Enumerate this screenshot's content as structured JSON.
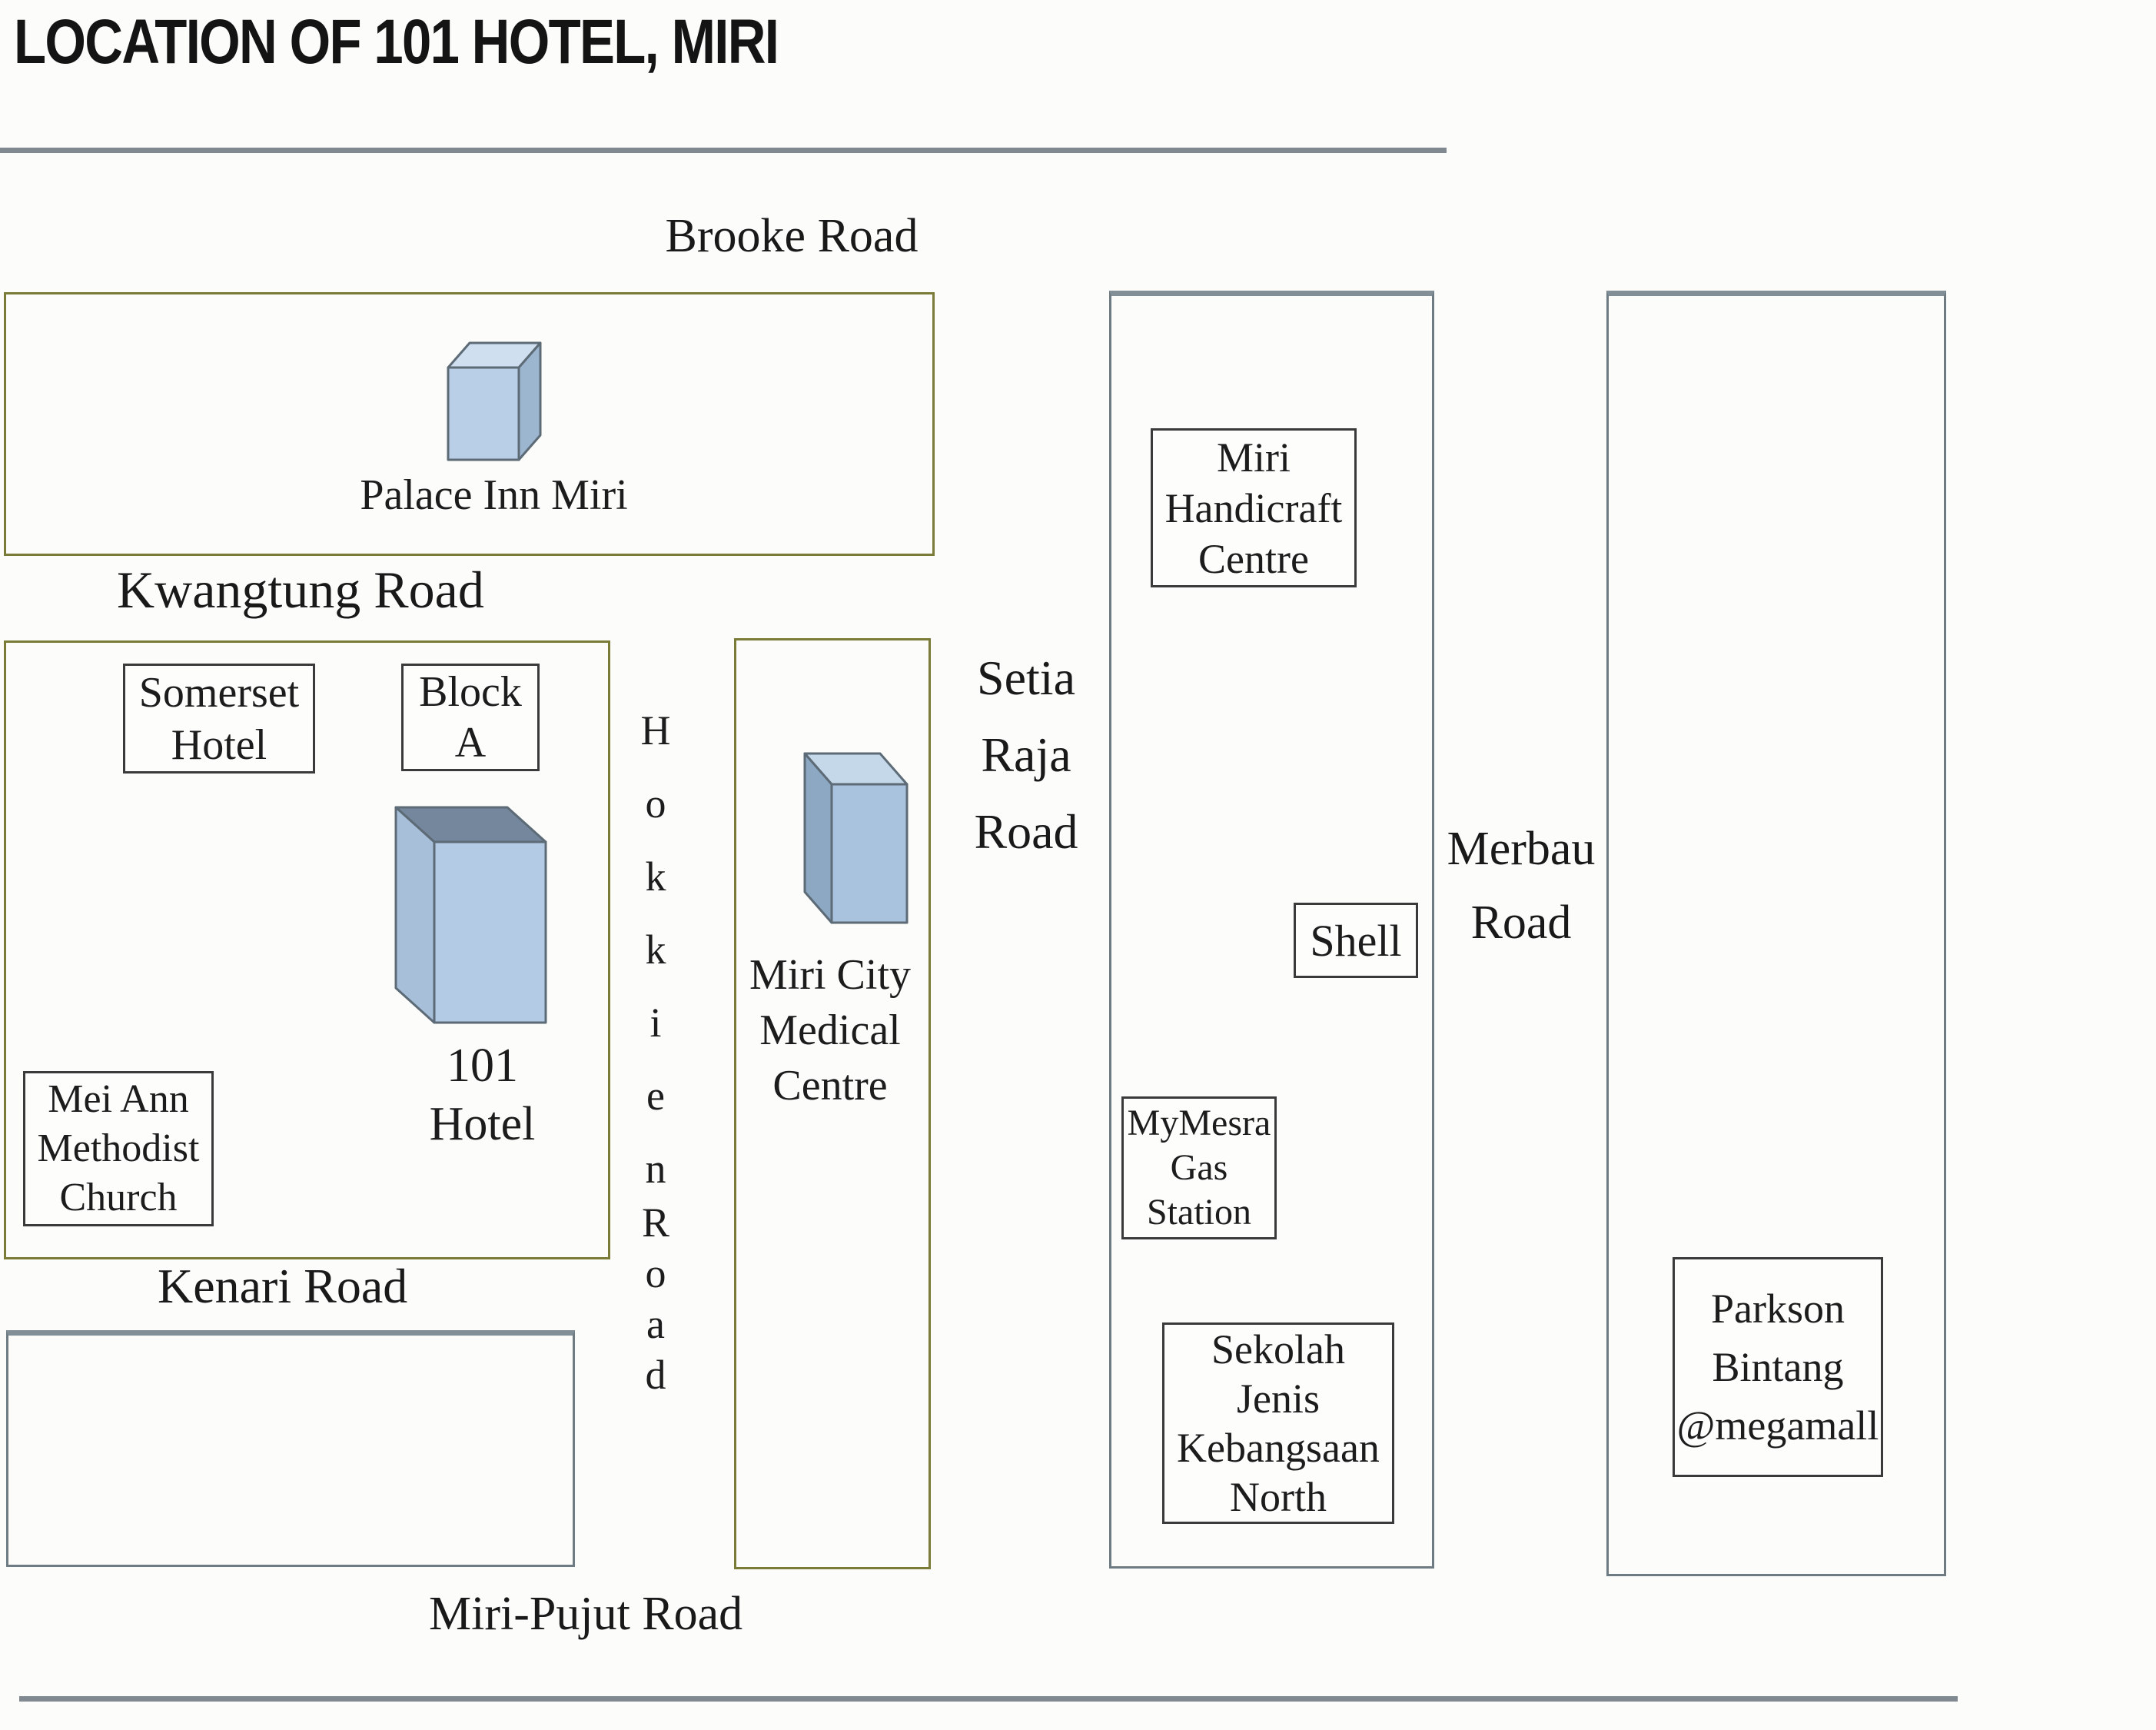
{
  "title": "LOCATION OF 101 HOTEL, MIRI",
  "roads": {
    "brooke": "Brooke Road",
    "kwangtung": "Kwangtung Road",
    "kenari": "Kenari Road",
    "miri_pujut": "Miri-Pujut Road",
    "hokkien_word": "Hokkien",
    "hokkien_word2": "Road",
    "setia_raja_lines": [
      "Setia",
      "Raja",
      "Road"
    ],
    "merbau_lines": [
      "Merbau",
      "Road"
    ]
  },
  "places": {
    "palace_inn": {
      "label": "Palace Inn Miri"
    },
    "somerset": {
      "lines": [
        "Somerset",
        "Hotel"
      ]
    },
    "block_a": {
      "lines": [
        "Block",
        "A"
      ]
    },
    "hotel_101": {
      "lines": [
        "101",
        "Hotel"
      ]
    },
    "mei_ann": {
      "lines": [
        "Mei Ann",
        "Methodist",
        "Church"
      ]
    },
    "medical": {
      "lines": [
        "Miri City",
        "Medical",
        "Centre"
      ]
    },
    "handicraft": {
      "lines": [
        "Miri",
        "Handicraft",
        "Centre"
      ]
    },
    "shell": {
      "label": "Shell"
    },
    "mymesra": {
      "lines": [
        "MyMesra",
        "Gas",
        "Station"
      ]
    },
    "sekolah": {
      "lines": [
        "Sekolah",
        "Jenis",
        "Kebangsaan",
        "North"
      ]
    },
    "parkson": {
      "lines": [
        "Parkson",
        "Bintang",
        "@megamall"
      ]
    }
  },
  "colors": {
    "background": "#fcfcfa",
    "text": "#1c1c1c",
    "road_line": "#7f898f",
    "olive_block_border": "#7b7b38",
    "gray_block_border": "#6e7b83",
    "gray_block_border_top": "#828f96",
    "label_box_border": "#3a3a3a",
    "cube_stroke": "#5d6b77",
    "palace_cube": {
      "top": "#cfdfef",
      "side": "#9db6d0",
      "front": "#b9cfe7"
    },
    "hotel_cube": {
      "top": "#75879d",
      "side": "#a7bfd9",
      "front": "#b4cbe5"
    },
    "medical_cube": {
      "top": "#c4d8ea",
      "side": "#8da8c3",
      "front": "#a9c2dd"
    }
  }
}
